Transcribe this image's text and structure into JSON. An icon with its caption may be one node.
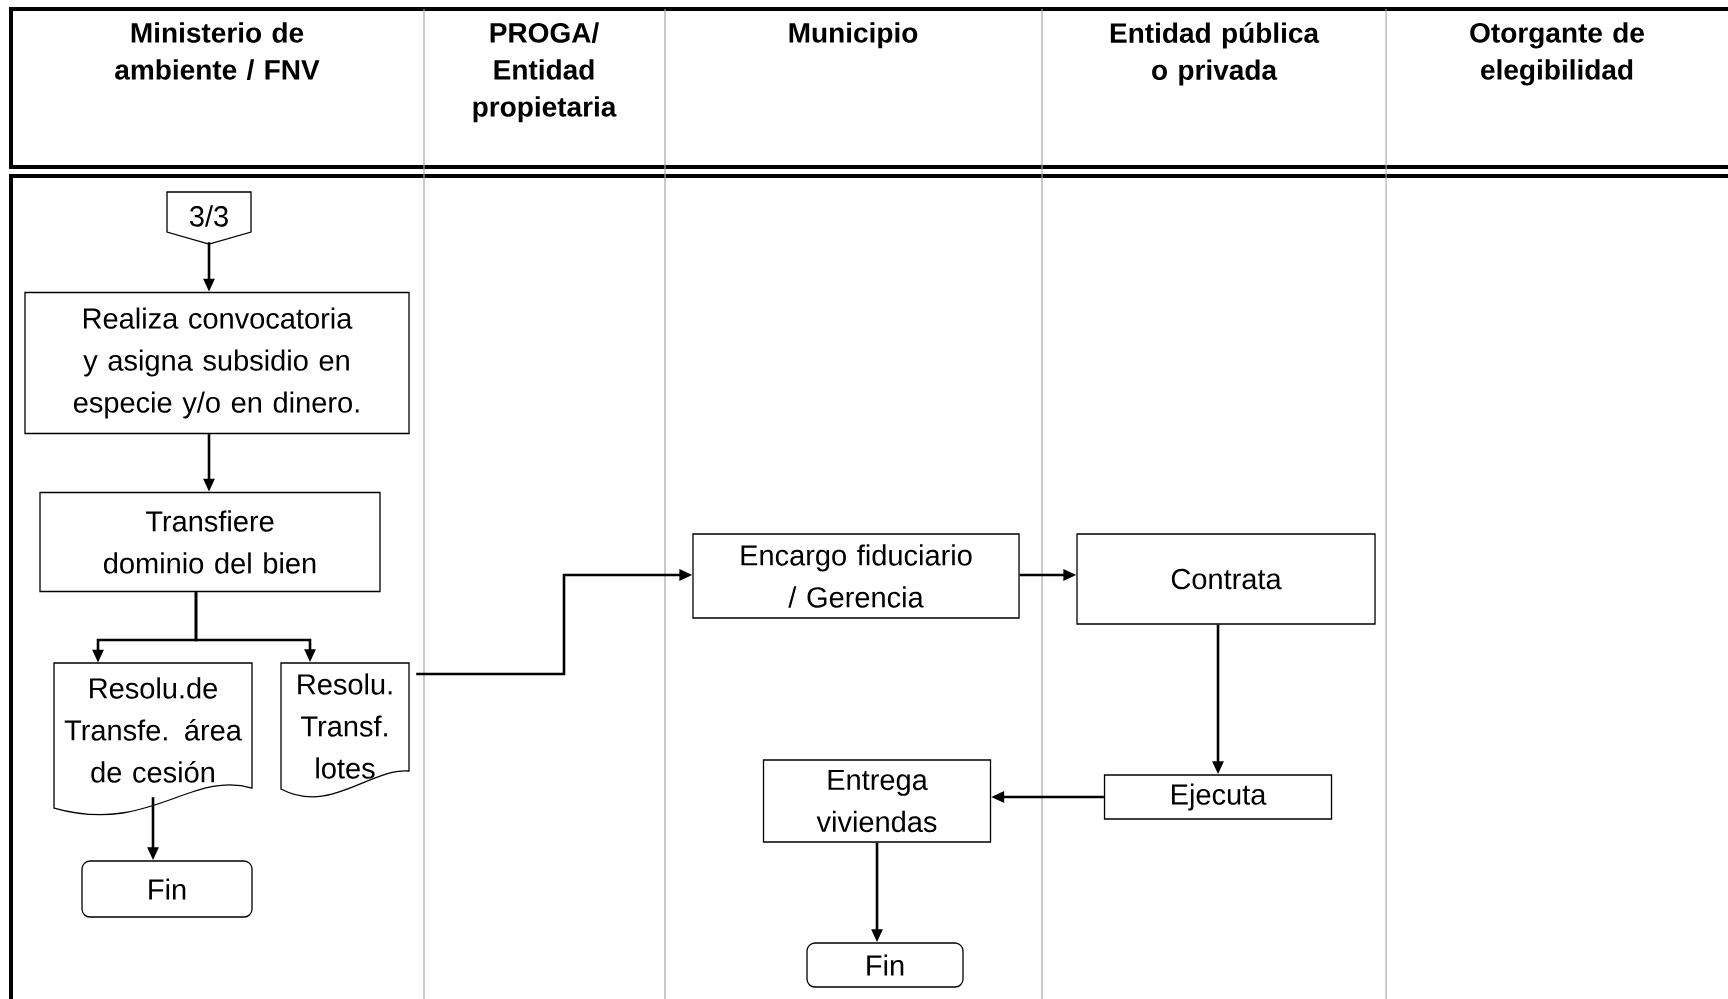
{
  "diagram": {
    "nodes": [
      {
        "text": [
          "Ministerio de ambiente / FNV"
        ]
      },
      {
        "text": [
          "PROGA/ Entidad propietaria"
        ]
      },
      {
        "text": [
          "Municipio"
        ]
      },
      {
        "text": [
          "Entidad pública o privada"
        ]
      },
      {
        "text": [
          "Otorgante de elegibilidad"
        ]
      },
      {
        "text": [
          "3/3"
        ]
      },
      {
        "text": [
          "Realiza convocatoria y asigna subsidio en especie y/o en dinero."
        ]
      },
      {
        "text": [
          "Transfiere dominio del bien"
        ]
      },
      {
        "text": [
          "Resolu.de Transfe. área de cesión"
        ]
      },
      {
        "text": [
          "Resolu. Transf. lotes"
        ]
      },
      {
        "text": [
          "Fin"
        ]
      },
      {
        "text": [
          "Encargo fiduciario / Gerencia"
        ]
      },
      {
        "text": [
          "Contrata"
        ]
      },
      {
        "text": [
          "Ejecuta"
        ]
      },
      {
        "text": [
          "Entrega viviendas"
        ]
      },
      {
        "text": [
          "Fin"
        ]
      }
    ],
    "edges": [
      {
        "from": 5,
        "to": 6,
        "arrow": "to"
      },
      {
        "from": 6,
        "to": 7,
        "arrow": "to"
      },
      {
        "from": 7,
        "to": 8,
        "arrow": "to"
      },
      {
        "from": 7,
        "to": 9,
        "arrow": "to"
      },
      {
        "from": 8,
        "to": 10,
        "arrow": "to"
      },
      {
        "from": 9,
        "to": 11,
        "arrow": "to"
      },
      {
        "from": 11,
        "to": 12,
        "arrow": "to"
      },
      {
        "from": 12,
        "to": 13,
        "arrow": "to"
      },
      {
        "from": 13,
        "to": 14,
        "arrow": "to"
      },
      {
        "from": 14,
        "to": 15,
        "arrow": "to"
      }
    ]
  }
}
